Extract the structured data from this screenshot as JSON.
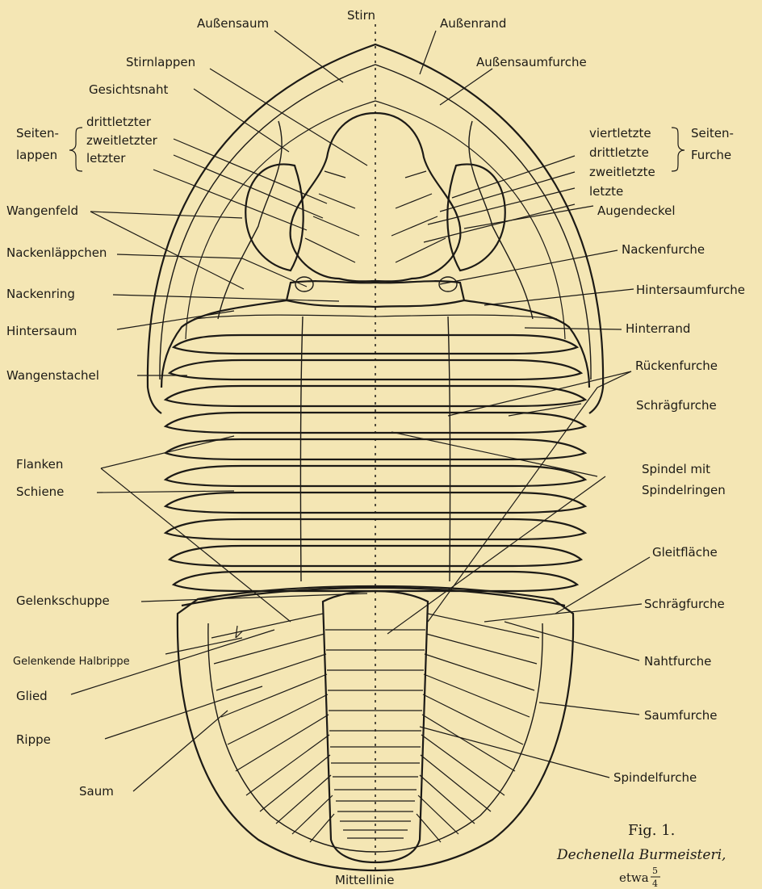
{
  "labels": {
    "stirn": "Stirn",
    "aussensaum": "Außensaum",
    "aussenrand": "Außenrand",
    "stirnlappen": "Stirnlappen",
    "aussensaumfurche": "Außensaumfurche",
    "gesichtsnaht": "Gesichtsnaht",
    "seitenlappen_1": "Seiten-",
    "seitenlappen_2": "lappen",
    "drittletzter": "drittletzter",
    "zweitletzter": "zweitletzter",
    "letzter": "letzter",
    "viertletzte": "viertletzte",
    "drittletzte": "drittletzte",
    "zweitletzte": "zweitletzte",
    "letzte": "letzte",
    "seitenfurche_1": "Seiten-",
    "seitenfurche_2": "Furche",
    "wangenfeld": "Wangenfeld",
    "augendeckel": "Augendeckel",
    "nackenlaeppchen": "Nackenläppchen",
    "nackenfurche": "Nackenfurche",
    "nackenring": "Nackenring",
    "hintersaumfurche": "Hintersaumfurche",
    "hintersaum": "Hintersaum",
    "hinterrand": "Hinterrand",
    "wangenstachel": "Wangenstachel",
    "rueckenfurche": "Rückenfurche",
    "schraegfurche_1": "Schrägfurche",
    "schiene": "Schiene",
    "spindel_1": "Spindel mit",
    "spindel_2": "Spindelringen",
    "flanken": "Flanken",
    "gleitflaeche": "Gleitfläche",
    "gelenkschuppe": "Gelenkschuppe",
    "schraegfurche_2": "Schrägfurche",
    "gelenkende_halbrippe": "Gelenkende Halbrippe",
    "nahtfurche": "Nahtfurche",
    "glied": "Glied",
    "rippe": "Rippe",
    "saumfurche": "Saumfurche",
    "saum": "Saum",
    "spindelfurche": "Spindelfurche",
    "mittellinie": "Mittellinie"
  },
  "caption": {
    "fig": "Fig. 1.",
    "species": "Dechenella Burmeisteri,",
    "scale_prefix": "etwa",
    "scale_num": "5",
    "scale_den": "4"
  }
}
